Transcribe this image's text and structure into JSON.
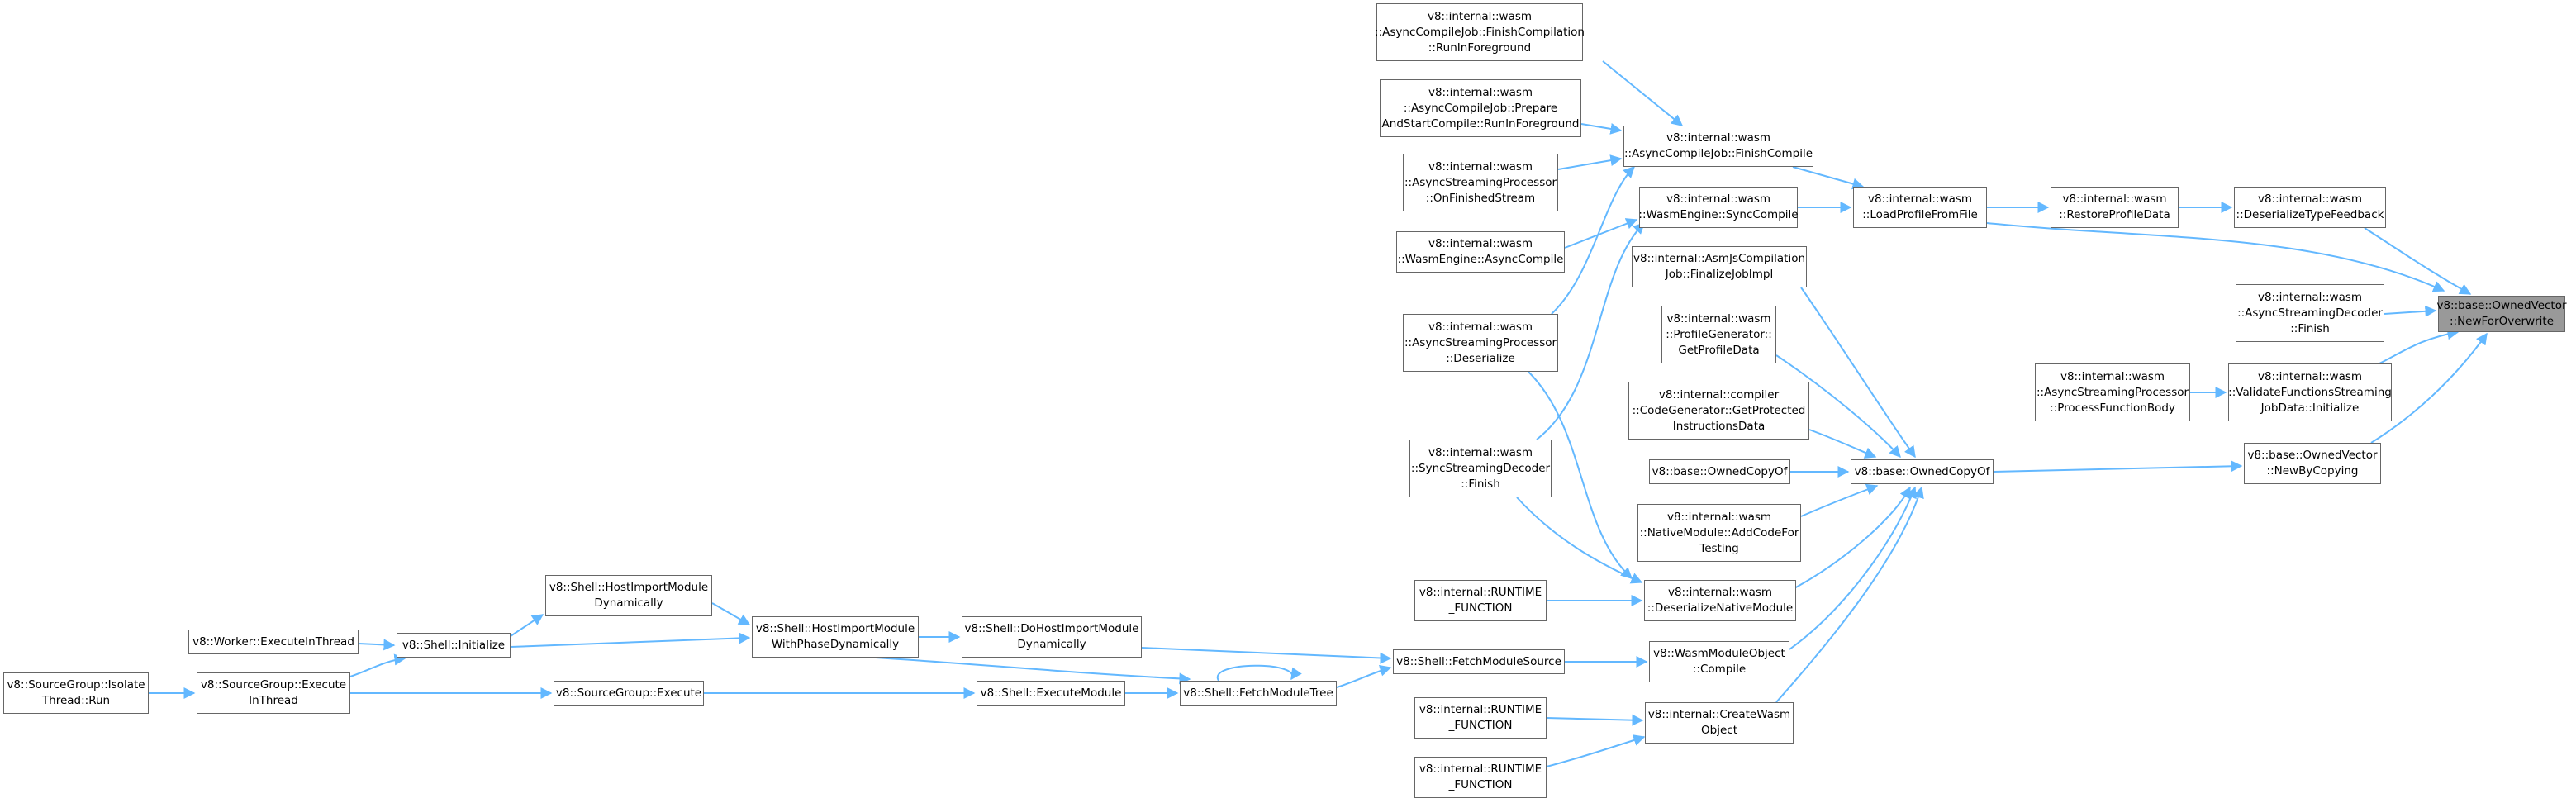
{
  "diagram": {
    "edge_color": "#63b8ff",
    "node_border_color": "#666666",
    "root_fill_color": "#999999",
    "nodes": [
      {
        "id": "root",
        "label": "v8::base::OwnedVector\n::NewForOverwrite"
      },
      {
        "id": "deserializeTypeFeedback",
        "label": "v8::internal::wasm\n::DeserializeTypeFeedback"
      },
      {
        "id": "asyncStreamingDecoderFinish",
        "label": "v8::internal::wasm\n::AsyncStreamingDecoder\n::Finish"
      },
      {
        "id": "validateFunctionsStreaming",
        "label": "v8::internal::wasm\n::ValidateFunctionsStreaming\nJobData::Initialize"
      },
      {
        "id": "newByCopying",
        "label": "v8::base::OwnedVector\n::NewByCopying"
      },
      {
        "id": "restoreProfileData",
        "label": "v8::internal::wasm\n::RestoreProfileData"
      },
      {
        "id": "processFunctionBody",
        "label": "v8::internal::wasm\n::AsyncStreamingProcessor\n::ProcessFunctionBody"
      },
      {
        "id": "ownedCopyOfBase",
        "label": "v8::base::OwnedCopyOf"
      },
      {
        "id": "loadProfileFromFile",
        "label": "v8::internal::wasm\n::LoadProfileFromFile"
      },
      {
        "id": "finishCompile",
        "label": "v8::internal::wasm\n::AsyncCompileJob::FinishCompile"
      },
      {
        "id": "syncCompile",
        "label": "v8::internal::wasm\n::WasmEngine::SyncCompile"
      },
      {
        "id": "asmjsFinalize",
        "label": "v8::internal::AsmJsCompilation\nJob::FinalizeJobImpl"
      },
      {
        "id": "getProfileData",
        "label": "v8::internal::wasm\n::ProfileGenerator::\nGetProfileData"
      },
      {
        "id": "getProtected",
        "label": "v8::internal::compiler\n::CodeGenerator::GetProtected\nInstructionsData"
      },
      {
        "id": "ownedCopyOf",
        "label": "v8::base::OwnedCopyOf"
      },
      {
        "id": "addCodeForTesting",
        "label": "v8::internal::wasm\n::NativeModule::AddCodeFor\nTesting"
      },
      {
        "id": "deserializeNativeModule",
        "label": "v8::internal::wasm\n::DeserializeNativeModule"
      },
      {
        "id": "wasmModuleObjectCompile",
        "label": "v8::WasmModuleObject\n::Compile"
      },
      {
        "id": "createWasmObject",
        "label": "v8::internal::CreateWasm\nObject"
      },
      {
        "id": "finishCompilationRun",
        "label": "v8::internal::wasm\n::AsyncCompileJob::FinishCompilation\n::RunInForeground"
      },
      {
        "id": "prepareAndStartCompile",
        "label": "v8::internal::wasm\n::AsyncCompileJob::Prepare\nAndStartCompile::RunInForeground"
      },
      {
        "id": "onFinishedStream",
        "label": "v8::internal::wasm\n::AsyncStreamingProcessor\n::OnFinishedStream"
      },
      {
        "id": "asyncCompile",
        "label": "v8::internal::wasm\n::WasmEngine::AsyncCompile"
      },
      {
        "id": "processorDeserialize",
        "label": "v8::internal::wasm\n::AsyncStreamingProcessor\n::Deserialize"
      },
      {
        "id": "syncStreamingDecoderFinish",
        "label": "v8::internal::wasm\n::SyncStreamingDecoder\n::Finish"
      },
      {
        "id": "runtimeFunction1",
        "label": "v8::internal::RUNTIME\n_FUNCTION"
      },
      {
        "id": "fetchModuleSource",
        "label": "v8::Shell::FetchModuleSource"
      },
      {
        "id": "runtimeFunction2",
        "label": "v8::internal::RUNTIME\n_FUNCTION"
      },
      {
        "id": "runtimeFunction3",
        "label": "v8::internal::RUNTIME\n_FUNCTION"
      },
      {
        "id": "doHostImportModule",
        "label": "v8::Shell::DoHostImportModule\nDynamically"
      },
      {
        "id": "fetchModuleTree",
        "label": "v8::Shell::FetchModuleTree"
      },
      {
        "id": "hostImportWithPhase",
        "label": "v8::Shell::HostImportModule\nWithPhaseDynamically"
      },
      {
        "id": "executeModule",
        "label": "v8::Shell::ExecuteModule"
      },
      {
        "id": "hostImportModule",
        "label": "v8::Shell::HostImportModule\nDynamically"
      },
      {
        "id": "sourceGroupExecute",
        "label": "v8::SourceGroup::Execute"
      },
      {
        "id": "shellInitialize",
        "label": "v8::Shell::Initialize"
      },
      {
        "id": "executeInThread",
        "label": "v8::SourceGroup::Execute\nInThread"
      },
      {
        "id": "workerExecuteInThread",
        "label": "v8::Worker::ExecuteInThread"
      },
      {
        "id": "isolateThreadRun",
        "label": "v8::SourceGroup::Isolate\nThread::Run"
      }
    ]
  }
}
